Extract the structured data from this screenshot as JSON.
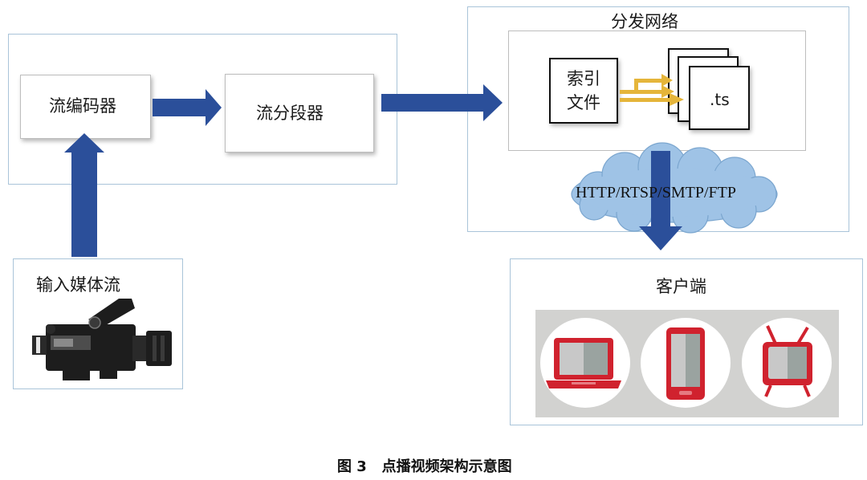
{
  "diagram": {
    "nodes": {
      "encoder": "流编码器",
      "segmenter": "流分段器",
      "input": "输入媒体流",
      "network": "分发网络",
      "index_file": [
        "索引",
        "文件"
      ],
      "ts": ".ts",
      "protocols": "HTTP/RTSP/SMTP/FTP",
      "client": "客户端"
    },
    "caption": "图 3   点播视频架构示意图"
  },
  "colors": {
    "arrow": "#2b4f9a",
    "frame_border": "#a9c4d9",
    "cloud": "#9fc3e6",
    "device_red": "#d0222e",
    "branch_arrow": "#e5b53a"
  },
  "icons": [
    "video-camera-icon",
    "laptop-icon",
    "smartphone-icon",
    "tv-icon"
  ]
}
